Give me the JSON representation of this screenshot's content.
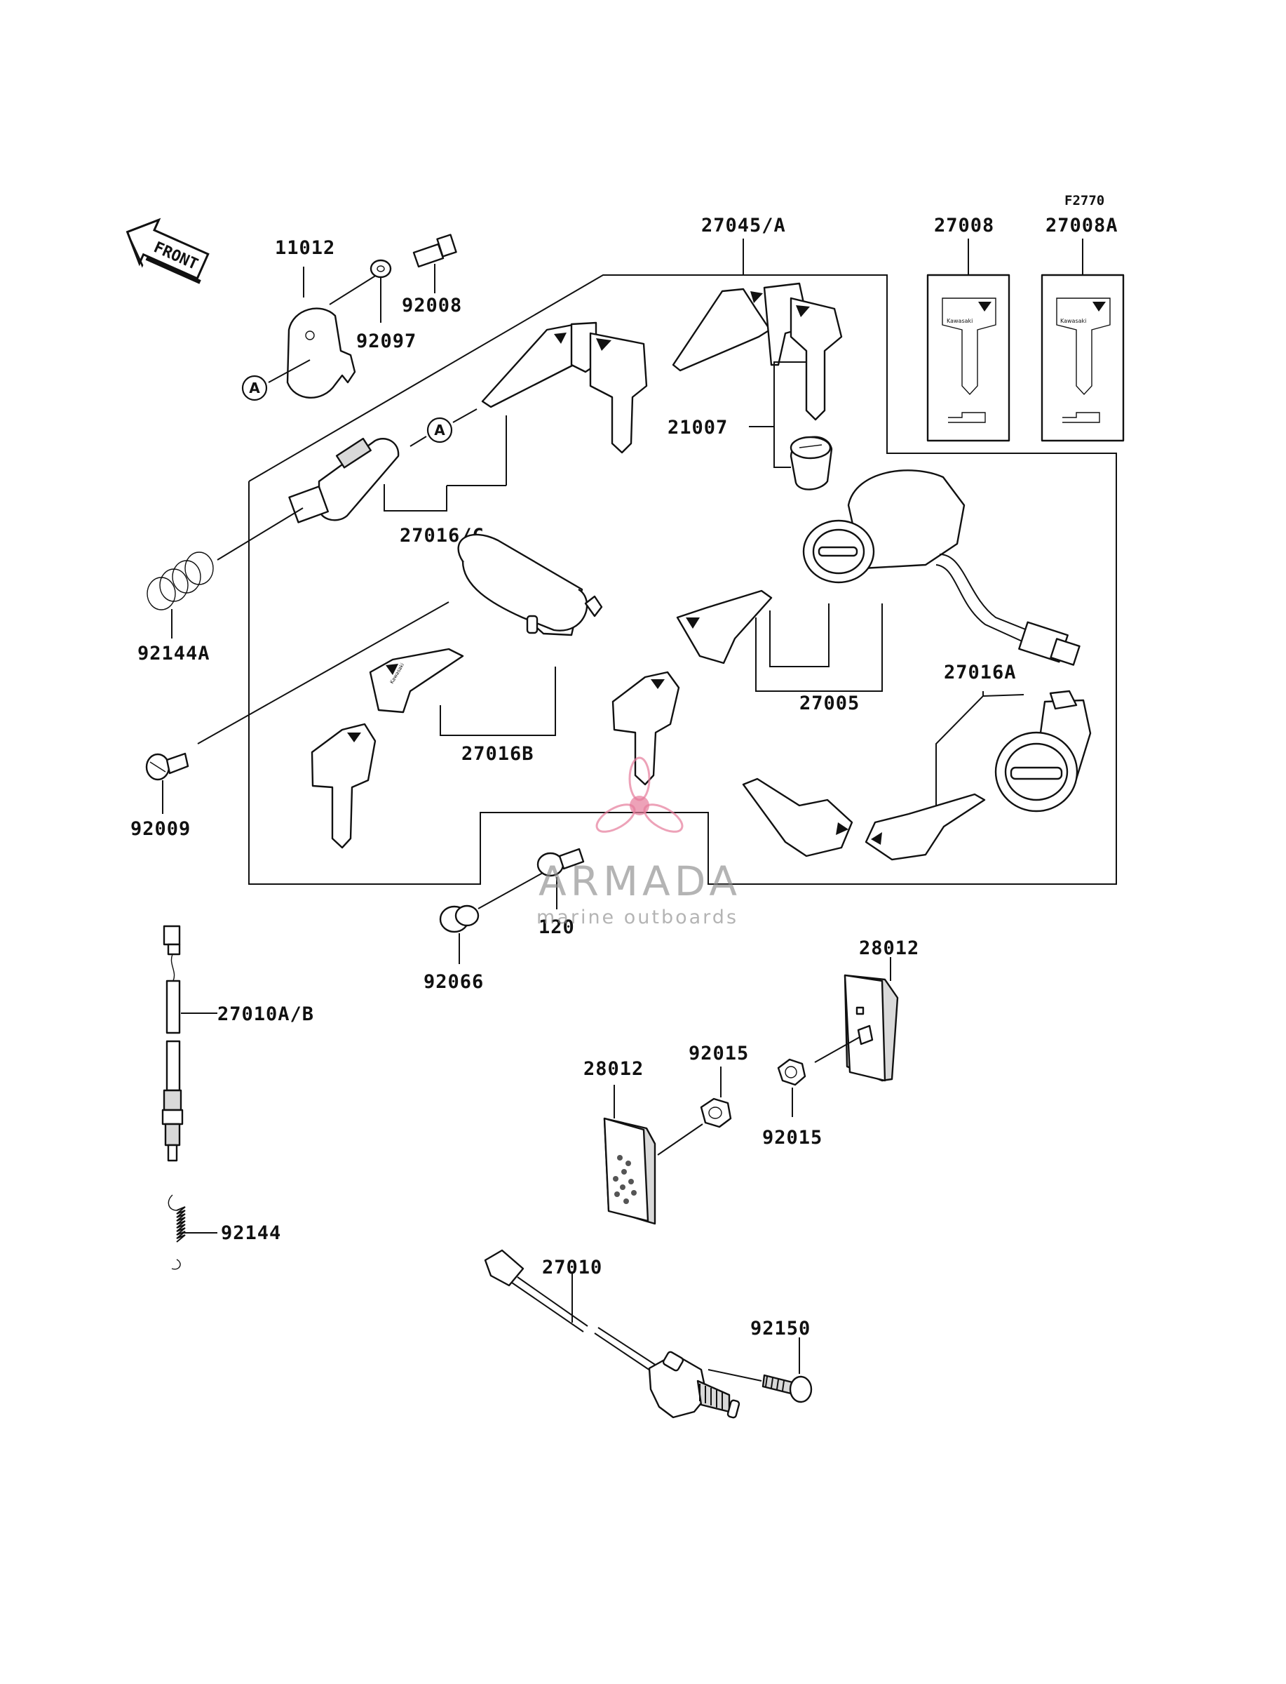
{
  "figure_code": "F2770",
  "front_label": "FRONT",
  "ref_letter": "A",
  "callouts": {
    "c11012": "11012",
    "c92008": "92008",
    "c92097": "92097",
    "c27045A": "27045/A",
    "c27008": "27008",
    "c27008A": "27008A",
    "c21007": "21007",
    "c27016C": "27016/C",
    "c92144A": "92144A",
    "c27016B": "27016B",
    "c27005": "27005",
    "c27016A": "27016A",
    "c92009": "92009",
    "c120": "120",
    "c92066": "92066",
    "c27010AB": "27010A/B",
    "c28012_right": "28012",
    "c28012_left": "28012",
    "c92015_top": "92015",
    "c92015_bottom": "92015",
    "c92144": "92144",
    "c27010": "27010",
    "c92150": "92150"
  },
  "watermark": {
    "name": "ARMADA",
    "tagline": "marine outboards",
    "accent_color": "#e67a9a"
  },
  "colors": {
    "line": "#111111",
    "watermark_gray": "#8c8c8c"
  }
}
